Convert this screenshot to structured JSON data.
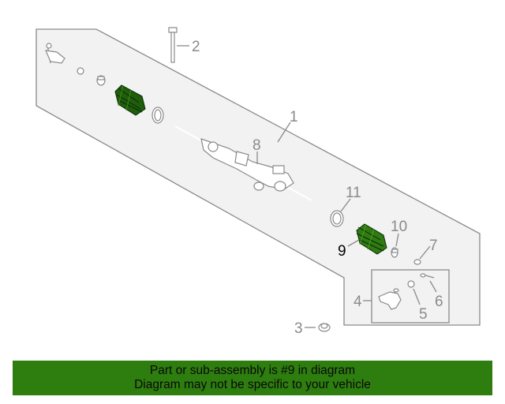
{
  "callouts": {
    "c1": "1",
    "c2": "2",
    "c3": "3",
    "c4": "4",
    "c5": "5",
    "c6": "6",
    "c7": "7",
    "c8": "8",
    "c9": "9",
    "c10": "10",
    "c11": "11"
  },
  "banner": {
    "line1": "Part or sub-assembly is #9 in diagram",
    "line2": "Diagram may not be specific to your vehicle"
  },
  "colors": {
    "banner_bg": "#2e7d0f",
    "highlight_part": "#2f7a12",
    "panel_fill": "#f2f2f2",
    "line_gray": "#8a8a8a"
  }
}
